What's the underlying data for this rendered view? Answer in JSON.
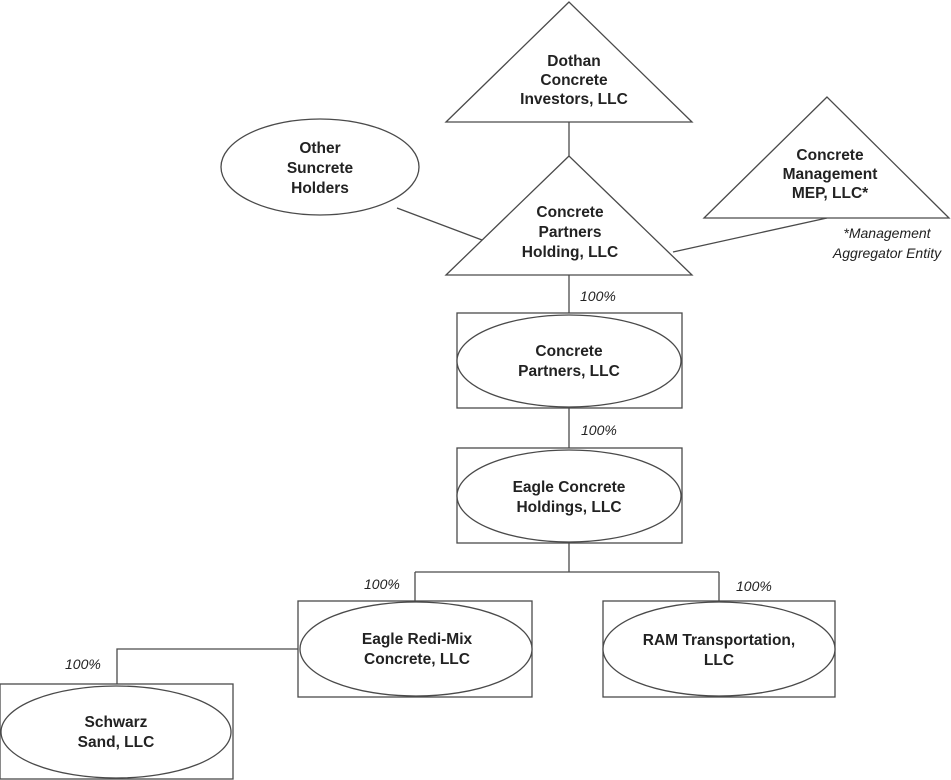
{
  "entities": {
    "dothan": {
      "line1": "Dothan",
      "line2": "Concrete",
      "line3": "Investors, LLC"
    },
    "other_holders": {
      "line1": "Other",
      "line2": "Suncrete",
      "line3": "Holders"
    },
    "partners_holding": {
      "line1": "Concrete",
      "line2": "Partners",
      "line3": "Holding, LLC"
    },
    "management_mep": {
      "line1": "Concrete",
      "line2": "Management",
      "line3": "MEP, LLC*"
    },
    "concrete_partners": {
      "line1": "Concrete",
      "line2": "Partners, LLC"
    },
    "eagle_holdings": {
      "line1": "Eagle Concrete",
      "line2": "Holdings, LLC"
    },
    "eagle_redimix": {
      "line1": "Eagle Redi-Mix",
      "line2": "Concrete, LLC"
    },
    "ram": {
      "line1": "RAM Transportation,",
      "line2": "LLC"
    },
    "schwarz": {
      "line1": "Schwarz",
      "line2": "Sand, LLC"
    }
  },
  "footnote": {
    "line1": "*Management",
    "line2": "Aggregator Entity"
  },
  "ownership": {
    "holding_to_partners": "100%",
    "partners_to_eagle_holdings": "100%",
    "holdings_to_redimix": "100%",
    "holdings_to_ram": "100%",
    "redimix_to_schwarz": "100%"
  }
}
